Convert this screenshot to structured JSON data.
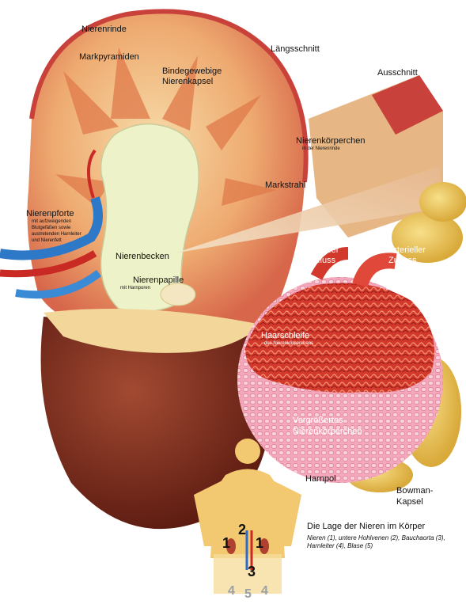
{
  "labels": {
    "nierenrinde": "Nierenrinde",
    "markpyramiden": "Markpyramiden",
    "bindegewebige": "Bindegewebige",
    "nierenkapsel": "Nierenkapsel",
    "laengsschnitt": "Längsschnitt",
    "ausschnitt": "Ausschnitt",
    "nierenkoerperchen": "Nierenkörperchen",
    "nierenkoerperchen_sub": "in der Nierenrinde",
    "markstrahl": "Markstrahl",
    "nierenpforte": "Nierenpforte",
    "nierenpforte_sub1": "mit aufzweigenden",
    "nierenpforte_sub2": "Blutgefäßen sowie",
    "nierenpforte_sub3": "austretenden Harnleiter",
    "nierenpforte_sub4": "und Nierenfett",
    "venoeser": "Venöser",
    "abfluss": "Abfluss",
    "arterieller": "Arterieller",
    "zufluss": "Zufluss",
    "nierenbecken": "Nierenbecken",
    "nierenpapille": "Nierenpapille",
    "nierenpapille_sub": "mit Harnporen",
    "haarschleife": "Haarschleife",
    "haarschleife_sub": "des Nierenkörperchens",
    "vergroessertes": "Vergrößertes",
    "vergroessertes2": "Nierenkörperchen",
    "harnpol": "Harnpol",
    "bowman": "Bowman-",
    "kapsel": "Kapsel"
  },
  "legend": {
    "title": "Die Lage der Nieren im Körper",
    "body": "Nieren (1), untere Hohlvenen (2), Bauchaorta (3), Harnleiter (4), Blase (5)"
  },
  "body_numbers": {
    "n1": "1",
    "n2": "2",
    "n3": "3",
    "n4": "4",
    "n5": "5"
  },
  "colors": {
    "cortex": "#e8a06a",
    "capsule": "#c8413a",
    "pelvis": "#eef2c8",
    "kidney_dark": "#6e2418",
    "glomerulus": "#d2382c",
    "capsule_pink": "#f6b3c2",
    "skin": "#f2c870",
    "yellow_fat": "#f0c85a"
  }
}
